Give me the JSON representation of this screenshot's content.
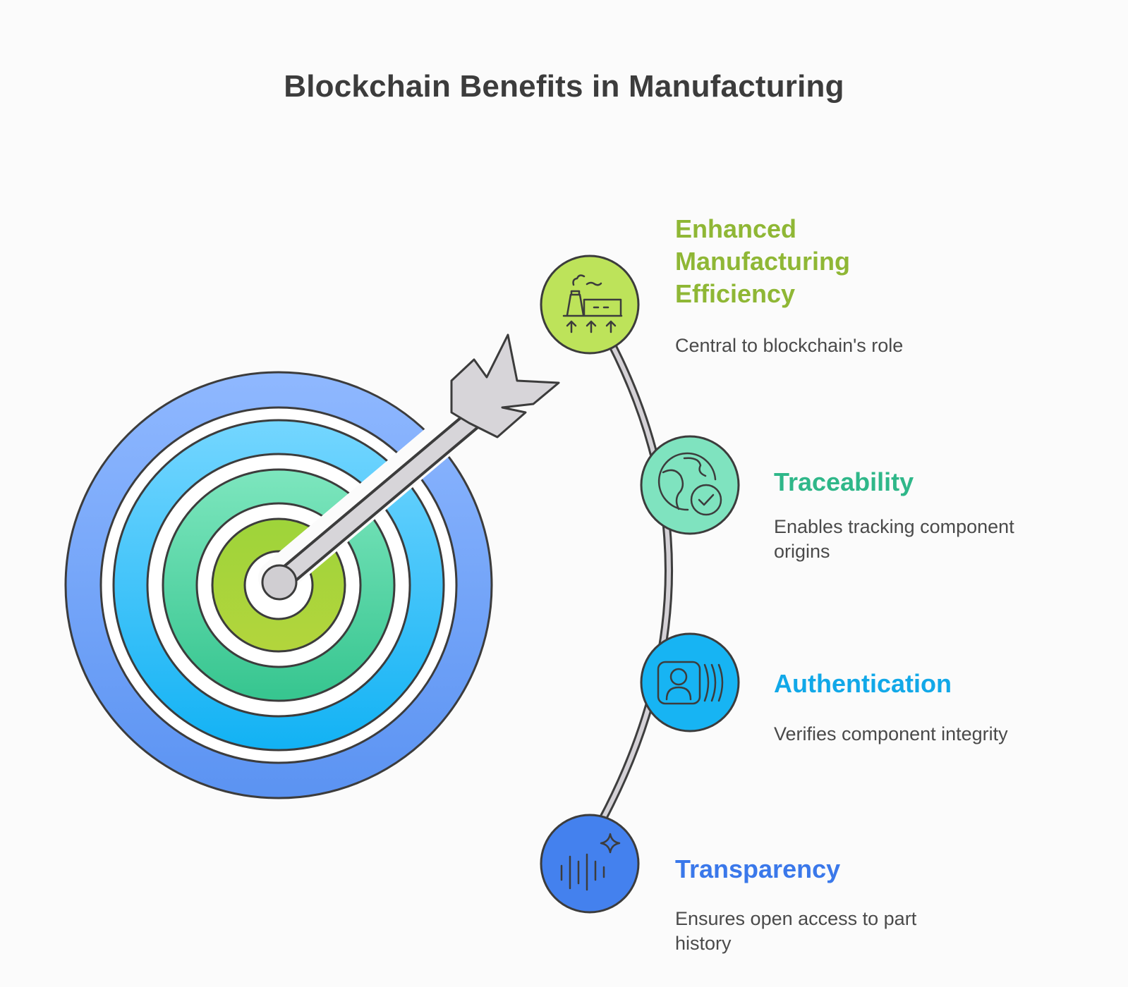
{
  "title": "Blockchain Benefits in Manufacturing",
  "items": [
    {
      "title": "Enhanced Manufacturing Efficiency",
      "description": "Central to blockchain's role",
      "color": "#8fb735",
      "icon": "factory-icon"
    },
    {
      "title": "Traceability",
      "description": "Enables tracking component origins",
      "color": "#2fb789",
      "icon": "globe-check-icon"
    },
    {
      "title": "Authentication",
      "description": "Verifies component integrity",
      "color": "#11a8e8",
      "icon": "face-scan-icon"
    },
    {
      "title": "Transparency",
      "description": "Ensures open access to part history",
      "color": "#3a78ea",
      "icon": "sparkle-bars-icon"
    }
  ]
}
